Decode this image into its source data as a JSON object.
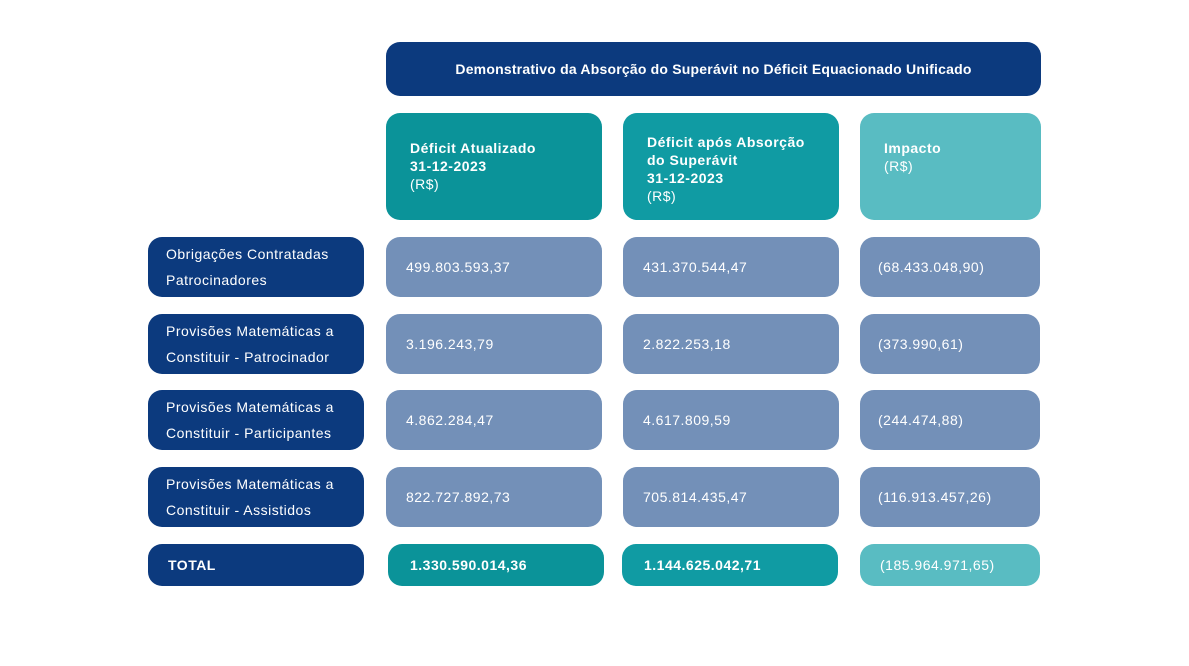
{
  "title": "Demonstrativo da Absorção do Superávit no Déficit Equacionado Unificado",
  "headers": [
    {
      "lines": [
        "Déficit Atualizado",
        "31-12-2023"
      ],
      "unit": "(R$)"
    },
    {
      "lines": [
        "Déficit após Absorção",
        "do Superávit",
        "31-12-2023"
      ],
      "unit": "(R$)"
    },
    {
      "lines": [
        "Impacto"
      ],
      "unit": "(R$)"
    }
  ],
  "rows": [
    {
      "label": [
        "Obrigações Contratadas",
        "Patrocinadores"
      ],
      "values": [
        "499.803.593,37",
        "431.370.544,47",
        "(68.433.048,90)"
      ]
    },
    {
      "label": [
        "Provisões Matemáticas a",
        "Constituir - Patrocinador"
      ],
      "values": [
        "3.196.243,79",
        "2.822.253,18",
        "(373.990,61)"
      ]
    },
    {
      "label": [
        "Provisões Matemáticas a",
        "Constituir - Participantes"
      ],
      "values": [
        "4.862.284,47",
        "4.617.809,59",
        "(244.474,88)"
      ]
    },
    {
      "label": [
        "Provisões Matemáticas a",
        "Constituir - Assistidos"
      ],
      "values": [
        "822.727.892,73",
        "705.814.435,47",
        "(116.913.457,26)"
      ]
    }
  ],
  "total": {
    "label": "TOTAL",
    "values": [
      "1.330.590.014,36",
      "1.144.625.042,71",
      "(185.964.971,65)"
    ]
  },
  "colors": {
    "navy": "#0c3a7e",
    "teal_dark": "#0b9399",
    "teal": "#109ba3",
    "teal_light": "#59bcc2",
    "cell": "#7390b8"
  }
}
